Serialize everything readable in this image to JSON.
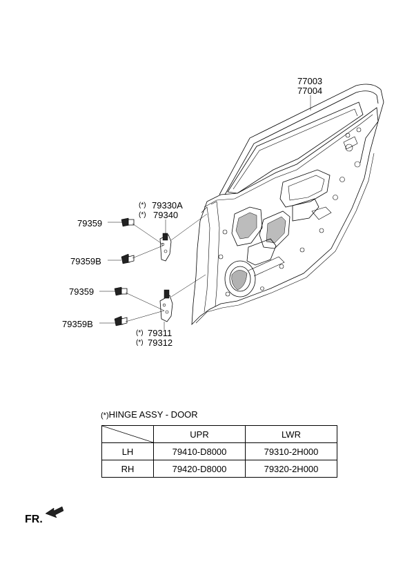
{
  "callouts": {
    "door_assy": [
      "77003",
      "77004"
    ],
    "upper_hinge": [
      "79330A",
      "79340"
    ],
    "lower_hinge": [
      "79311",
      "79312"
    ],
    "bolt_upper_1": "79359",
    "bolt_upper_2": "79359B",
    "bolt_lower_1": "79359",
    "bolt_lower_2": "79359B",
    "marker": "(*)"
  },
  "hinge_table": {
    "title_marker": "(*)",
    "title": "HINGE ASSY - DOOR",
    "columns": [
      "UPR",
      "LWR"
    ],
    "rows": [
      {
        "side": "LH",
        "upr": "79410-D8000",
        "lwr": "79310-2H000"
      },
      {
        "side": "RH",
        "upr": "79420-D8000",
        "lwr": "79320-2H000"
      }
    ]
  },
  "front_indicator": "FR."
}
